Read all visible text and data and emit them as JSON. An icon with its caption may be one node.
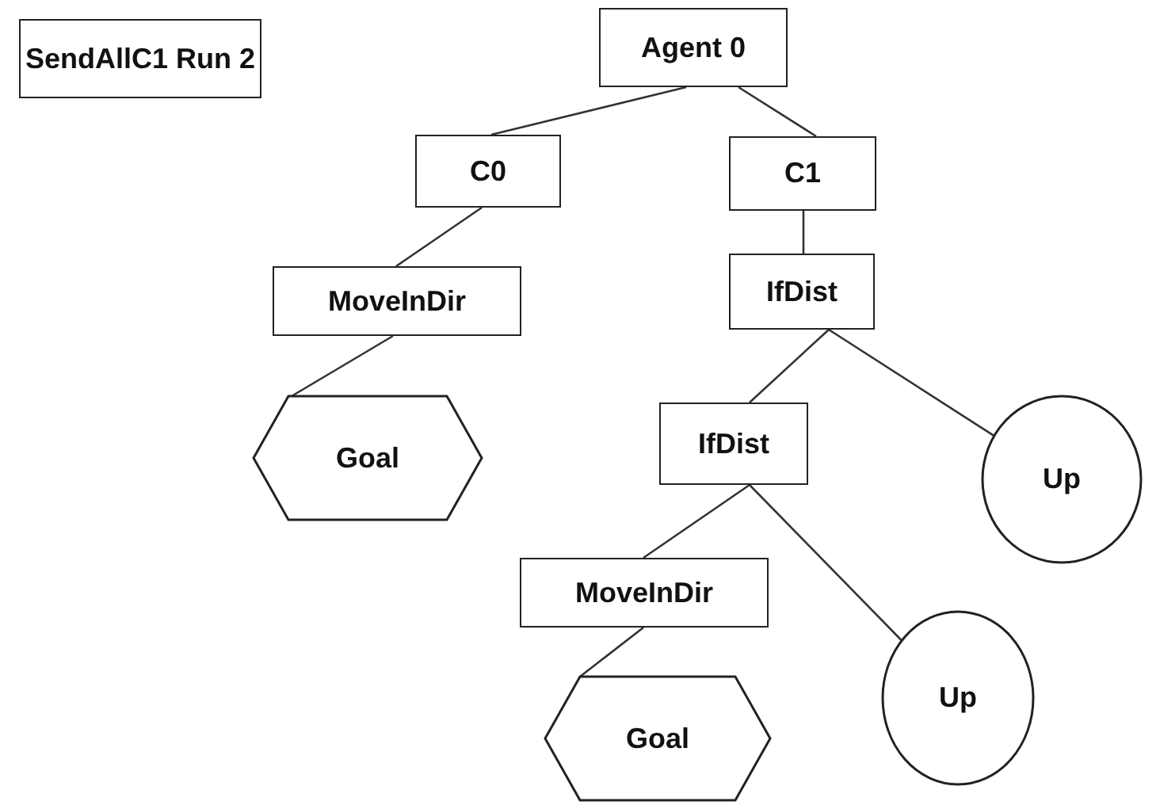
{
  "diagram": {
    "nodes": [
      {
        "text": [
          "SendAllC1 Run 2"
        ]
      },
      {
        "text": [
          "Agent 0"
        ]
      },
      {
        "text": [
          "C0"
        ]
      },
      {
        "text": [
          "C1"
        ]
      },
      {
        "text": [
          "MoveInDir"
        ]
      },
      {
        "text": [
          "IfDist"
        ]
      },
      {
        "text": [
          "Goal"
        ]
      },
      {
        "text": [
          "IfDist"
        ]
      },
      {
        "text": [
          "Up"
        ]
      },
      {
        "text": [
          "MoveInDir"
        ]
      },
      {
        "text": [
          "Up"
        ]
      },
      {
        "text": [
          "Goal"
        ]
      }
    ],
    "edges": [
      {
        "from": 1,
        "to": 2,
        "arrow": "none"
      },
      {
        "from": 1,
        "to": 3,
        "arrow": "none"
      },
      {
        "from": 2,
        "to": 4,
        "arrow": "none"
      },
      {
        "from": 3,
        "to": 5,
        "arrow": "none"
      },
      {
        "from": 4,
        "to": 6,
        "arrow": "none"
      },
      {
        "from": 5,
        "to": 7,
        "arrow": "none"
      },
      {
        "from": 5,
        "to": 8,
        "arrow": "none"
      },
      {
        "from": 7,
        "to": 9,
        "arrow": "none"
      },
      {
        "from": 7,
        "to": 10,
        "arrow": "none"
      },
      {
        "from": 9,
        "to": 11,
        "arrow": "none"
      }
    ]
  }
}
